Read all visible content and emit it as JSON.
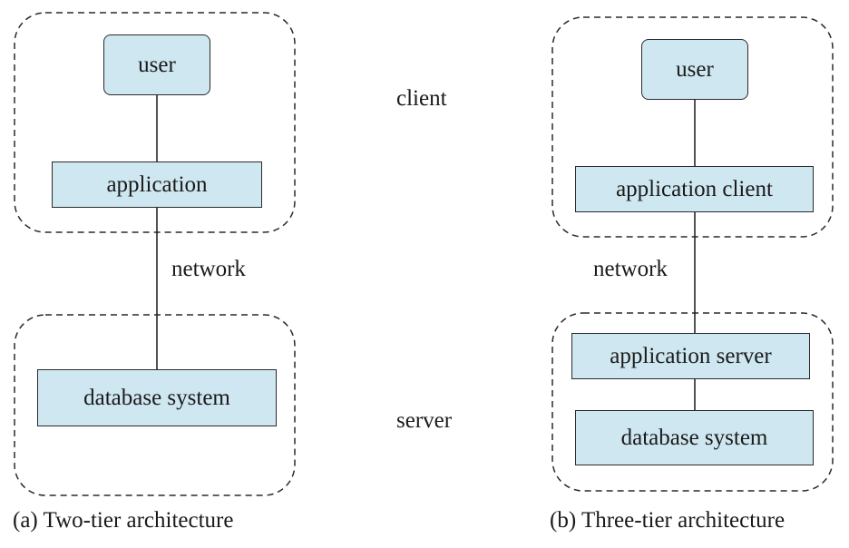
{
  "two_tier": {
    "user": "user",
    "application": "application",
    "network": "network",
    "database": "database system",
    "caption": "(a) Two-tier architecture"
  },
  "middle": {
    "client": "client",
    "server": "server"
  },
  "three_tier": {
    "user": "user",
    "app_client": "application client",
    "network": "network",
    "app_server": "application server",
    "database": "database system",
    "caption": "(b) Three-tier architecture"
  }
}
